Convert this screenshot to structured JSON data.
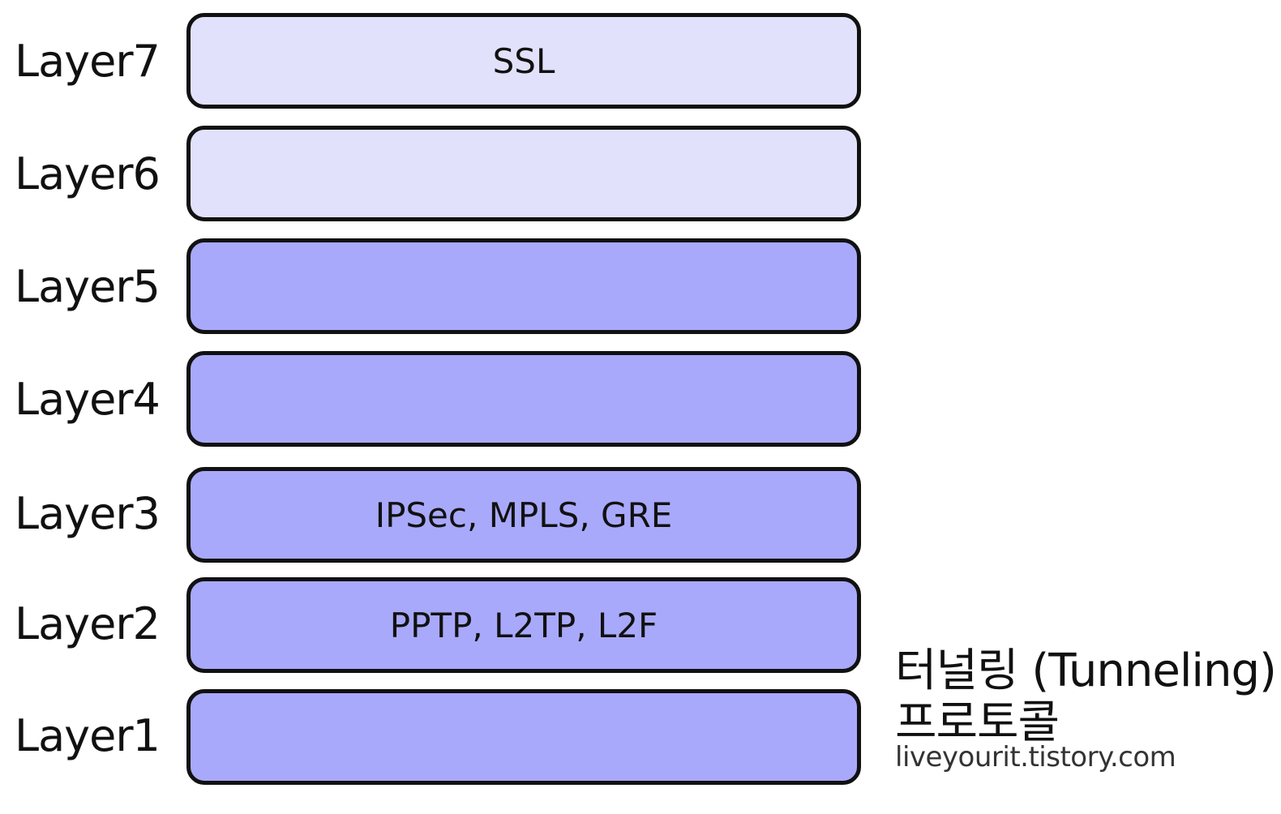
{
  "layers": [
    {
      "label": "Layer7",
      "protocols": "SSL",
      "color": "#e1e1fc"
    },
    {
      "label": "Layer6",
      "protocols": "",
      "color": "#e1e1fc"
    },
    {
      "label": "Layer5",
      "protocols": "",
      "color": "#a9a9fc"
    },
    {
      "label": "Layer4",
      "protocols": "",
      "color": "#a9a9fc"
    },
    {
      "label": "Layer3",
      "protocols": "IPSec, MPLS, GRE",
      "color": "#a9a9fc"
    },
    {
      "label": "Layer2",
      "protocols": "PPTP, L2TP, L2F",
      "color": "#a9a9fc"
    },
    {
      "label": "Layer1",
      "protocols": "",
      "color": "#a9a9fc"
    }
  ],
  "caption": {
    "line1": "터널링 (Tunneling)",
    "line2": "프로토콜"
  },
  "watermark": "liveyourit.tistory.com"
}
